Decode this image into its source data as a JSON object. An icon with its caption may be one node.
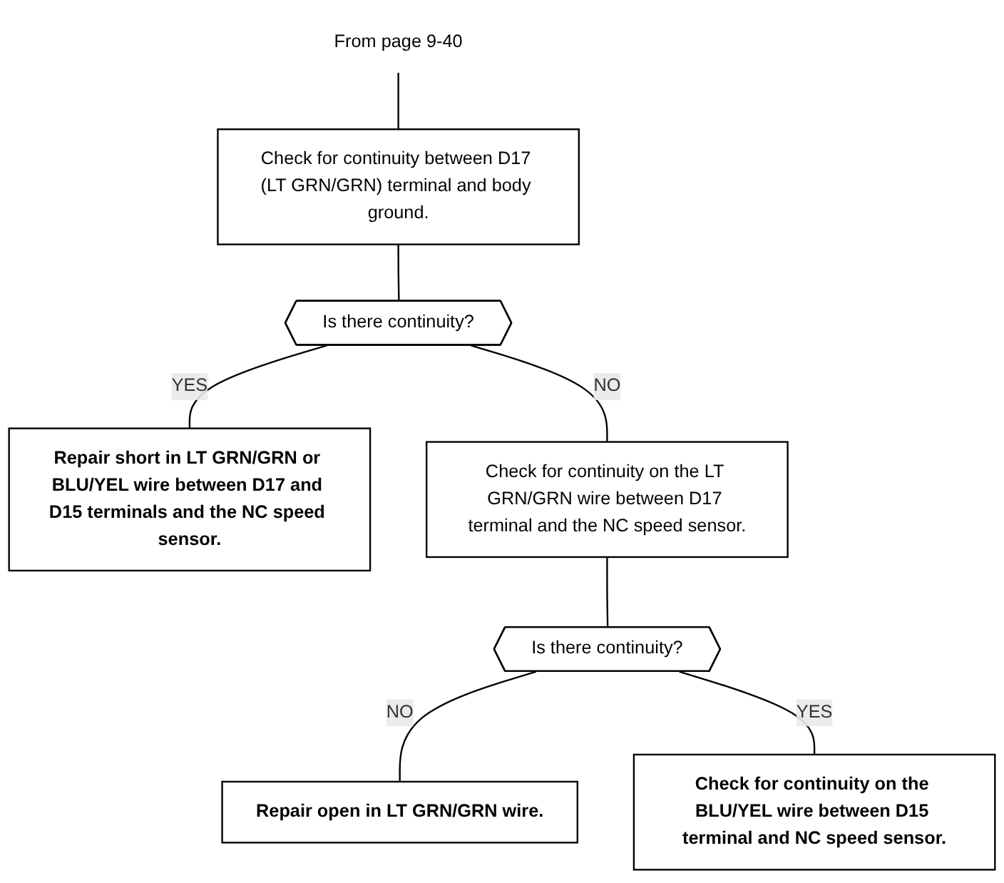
{
  "diagram": {
    "nodes": [
      {
        "text": [
          "From page 9-40"
        ]
      },
      {
        "text": [
          "Check for continuity between D17 (LT GRN/GRN) terminal and body ground."
        ]
      },
      {
        "text": [
          "Is there continuity?"
        ]
      },
      {
        "text": [
          "Repair short in LT GRN/GRN or BLU/YEL wire between D17 and D15 terminals and the NC speed sensor."
        ]
      },
      {
        "text": [
          "Check for continuity on the LT GRN/GRN wire between D17 terminal and the NC speed sensor."
        ]
      },
      {
        "text": [
          "Is there continuity?"
        ]
      },
      {
        "text": [
          "Repair open in LT GRN/GRN wire."
        ]
      },
      {
        "text": [
          "Check for continuity on the BLU/YEL wire between D15 terminal and NC speed sensor."
        ]
      }
    ],
    "edges": [
      {
        "from": 0,
        "to": 1,
        "arrow": "none"
      },
      {
        "from": 1,
        "to": 2,
        "arrow": "none"
      },
      {
        "from": 2,
        "to": 3,
        "arrow": "none",
        "label": "YES"
      },
      {
        "from": 2,
        "to": 4,
        "arrow": "none",
        "label": "NO"
      },
      {
        "from": 4,
        "to": 5,
        "arrow": "none"
      },
      {
        "from": 5,
        "to": 6,
        "arrow": "none",
        "label": "NO"
      },
      {
        "from": 5,
        "to": 7,
        "arrow": "none",
        "label": "YES"
      }
    ]
  }
}
